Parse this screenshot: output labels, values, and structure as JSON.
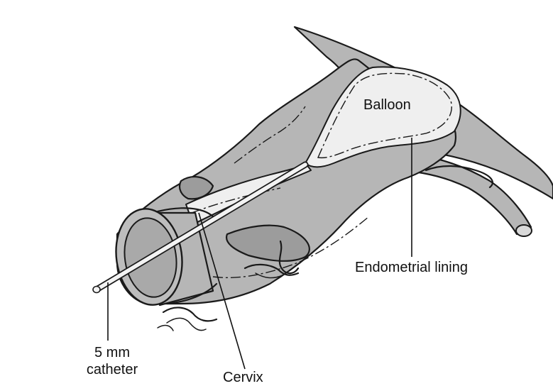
{
  "labels": {
    "balloon": "Balloon",
    "endometrial_lining": "Endometrial lining",
    "catheter_line1": "5 mm",
    "catheter_line2": "catheter",
    "cervix": "Cervix"
  },
  "colors": {
    "tissue": "#b6b6b6",
    "cavity": "#efefef",
    "ink": "#1a1a1a"
  }
}
